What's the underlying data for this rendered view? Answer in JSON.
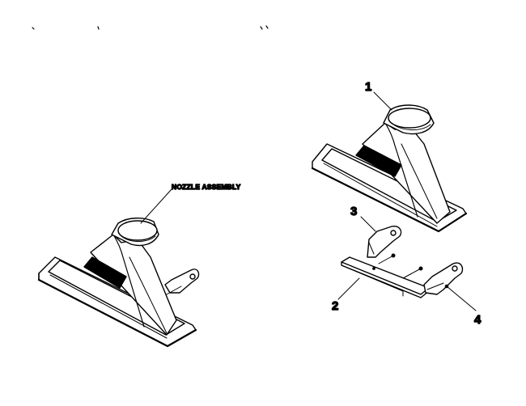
{
  "diagram": {
    "assembly_label": "NOZZLE ASSEMBLY",
    "callouts": {
      "part_1": "1",
      "part_2": "2",
      "part_3": "3",
      "part_4": "4"
    },
    "colors": {
      "line": "#000000",
      "background": "#ffffff"
    },
    "plate_text": [
      "",
      ""
    ]
  }
}
